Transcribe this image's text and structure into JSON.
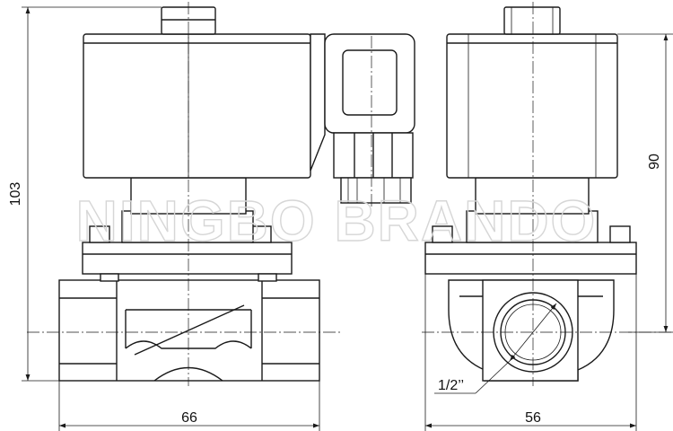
{
  "drawing": {
    "watermark": "NINGBO BRANDO",
    "dimensions": {
      "front_width": "66",
      "total_height": "103",
      "side_width": "56",
      "side_height": "90",
      "port_size": "1/2’’"
    },
    "colors": {
      "line": "#1a1a1a",
      "watermark": "#d6d6d6",
      "background": "#ffffff"
    }
  }
}
